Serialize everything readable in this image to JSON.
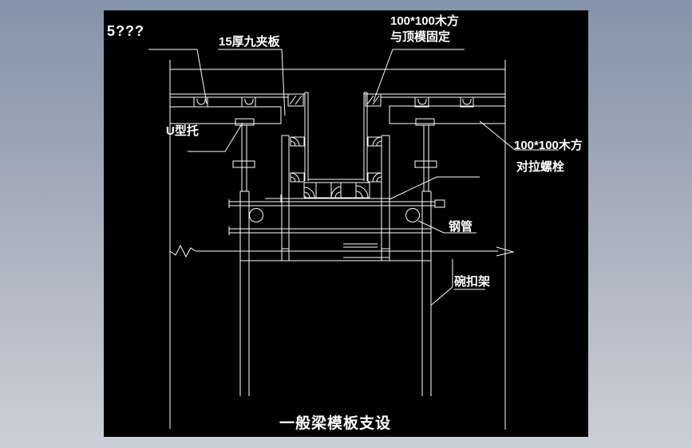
{
  "labels": {
    "note": "5???",
    "plywood": "15厚九夹板",
    "top_timber_line1": "100*100木方",
    "top_timber_line2": "与顶模固定",
    "u_head": "U型托",
    "right_timber": "100*100木方",
    "tie_bolt": "对拉螺栓",
    "steel_pipe": "钢管",
    "cuplock": "碗扣架"
  },
  "title": "一般梁模板支设",
  "colors": {
    "canvas_background": "#000000",
    "line": "#ffffff",
    "window_background_top": "#8593aa",
    "window_background_bottom": "#cbcfd7"
  }
}
